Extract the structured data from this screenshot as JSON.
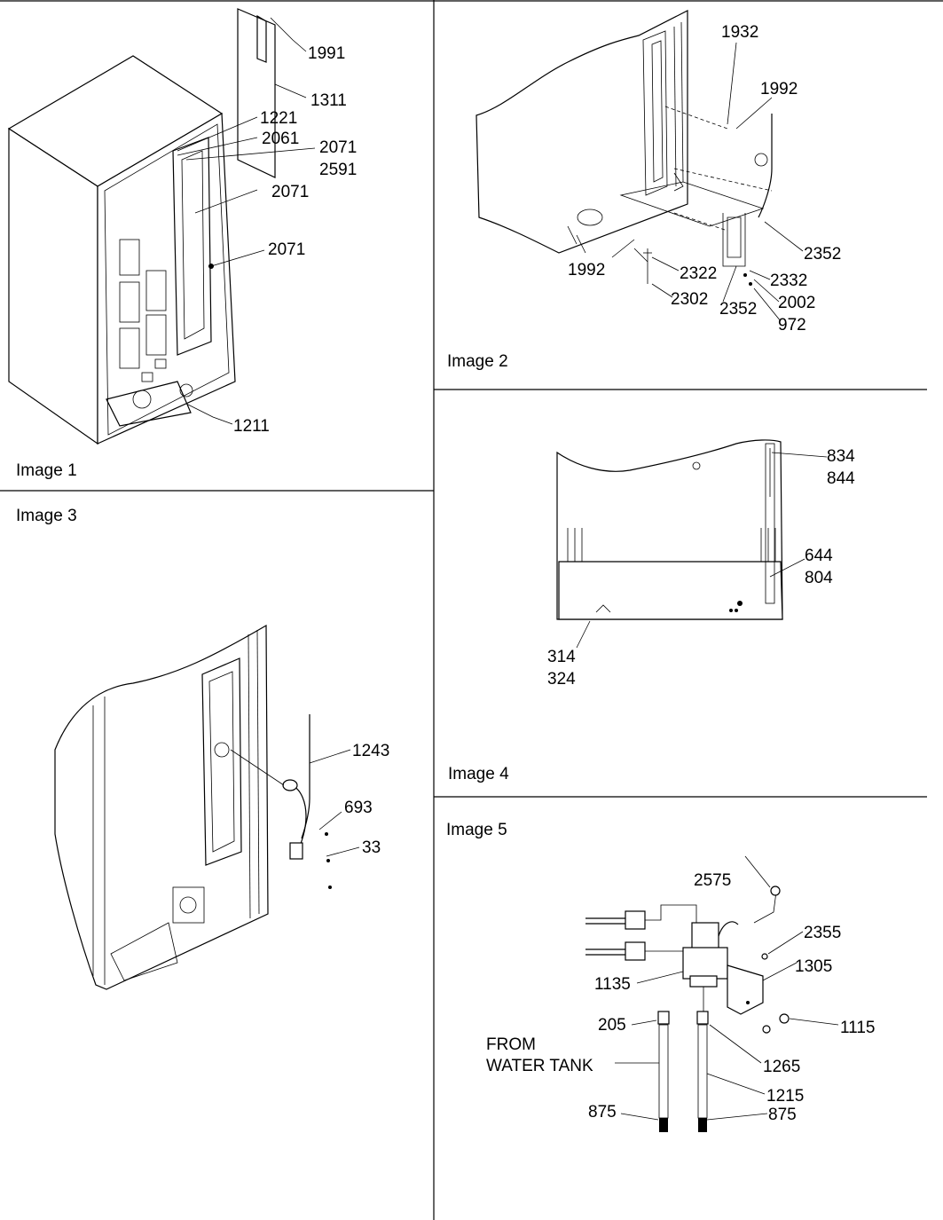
{
  "panels": {
    "image1": {
      "caption": "Image 1",
      "labels": [
        "1991",
        "1311",
        "1221",
        "2061",
        "2071",
        "2591",
        "2071",
        "2071",
        "1211"
      ]
    },
    "image2": {
      "caption": "Image 2",
      "labels": [
        "1932",
        "1992",
        "2352",
        "1992",
        "2322",
        "2332",
        "2302",
        "2002",
        "2352",
        "972"
      ]
    },
    "image3": {
      "caption": "Image 3",
      "labels": [
        "1243",
        "693",
        "33"
      ]
    },
    "image4": {
      "caption": "Image 4",
      "labels": [
        "834",
        "844",
        "644",
        "804",
        "314",
        "324"
      ]
    },
    "image5": {
      "caption": "Image 5",
      "labels": [
        "2575",
        "2355",
        "1305",
        "1135",
        "1115",
        "205",
        "1265",
        "1215",
        "875",
        "875"
      ],
      "note_line1": "FROM",
      "note_line2": "WATER TANK"
    }
  }
}
